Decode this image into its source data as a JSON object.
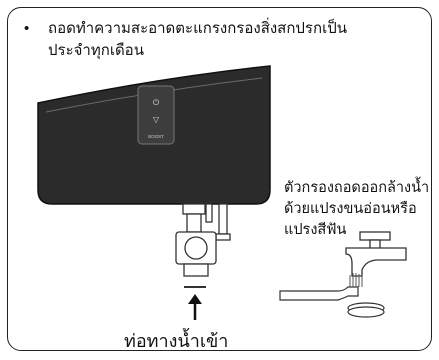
{
  "instruction": {
    "bullet": "•",
    "line1": "ถอดทำความสะอาดตะแกรงกรองสิ่งสกปรกเป็น",
    "line2": "ประจำทุกเดือน"
  },
  "heater_panel": {
    "button_label": "BOOST"
  },
  "side_note": {
    "line1": "ตัวกรองถอดออกล้างน้ำ",
    "line2": "ด้วยแปรงขนอ่อนหรือ",
    "line3": "แปรงสีฟัน"
  },
  "inlet_label": "ท่อทางน้ำเข้า",
  "colors": {
    "border": "#222222",
    "heater_body": "#2b2b2b",
    "heater_panel": "#3a3a3a",
    "line": "#333333"
  }
}
